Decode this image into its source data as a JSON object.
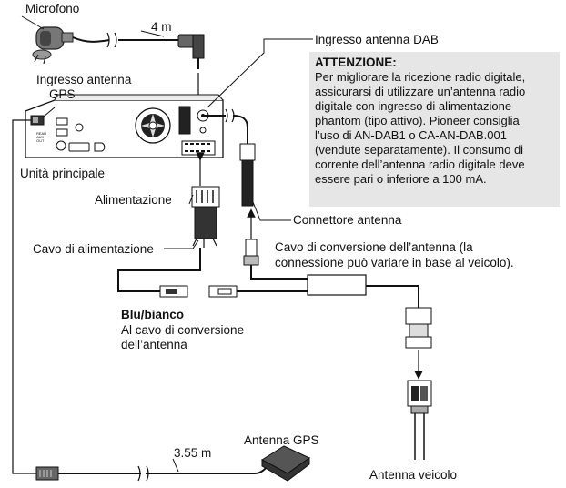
{
  "labels": {
    "microphone": "Microfono",
    "mic_length": "4 m",
    "gps_input_1": "Ingresso antenna",
    "gps_input_2": "GPS",
    "dab_input": "Ingresso antenna DAB",
    "main_unit": "Unità principale",
    "power": "Alimentazione",
    "power_cable": "Cavo di alimentazione",
    "antenna_connector": "Connettore antenna",
    "conversion_cable_1": "Cavo di conversione dell’antenna (la",
    "conversion_cable_2": "connessione può variare in base al veicolo).",
    "blue_white": "Blu/bianco",
    "to_conversion_1": "Al cavo di conversione",
    "to_conversion_2": "dell’antenna",
    "gps_antenna": "Antenna GPS",
    "gps_length": "3.55 m",
    "vehicle_antenna": "Antenna veicolo",
    "unit_rear_tag": "REAR\nAUX\nOUT"
  },
  "attention": {
    "title": "ATTENZIONE:",
    "body": "Per migliorare la ricezione radio digitale,\nassicurarsi di utilizzare un’antenna radio\ndigitale con ingresso di alimentazione\nphantom (tipo attivo). Pioneer consiglia\nl’uso di AN-DAB1 o CA-AN-DAB.001\n(vendute separatamente). Il consumo di\ncorrente dell’antenna radio digitale deve\nessere pari o inferiore a 100 mA."
  },
  "colors": {
    "line": "#111111",
    "box_fill": "#e6e6e6",
    "gray_dark": "#555555",
    "gray_mid": "#999999",
    "gray_light": "#d9d9d9"
  }
}
